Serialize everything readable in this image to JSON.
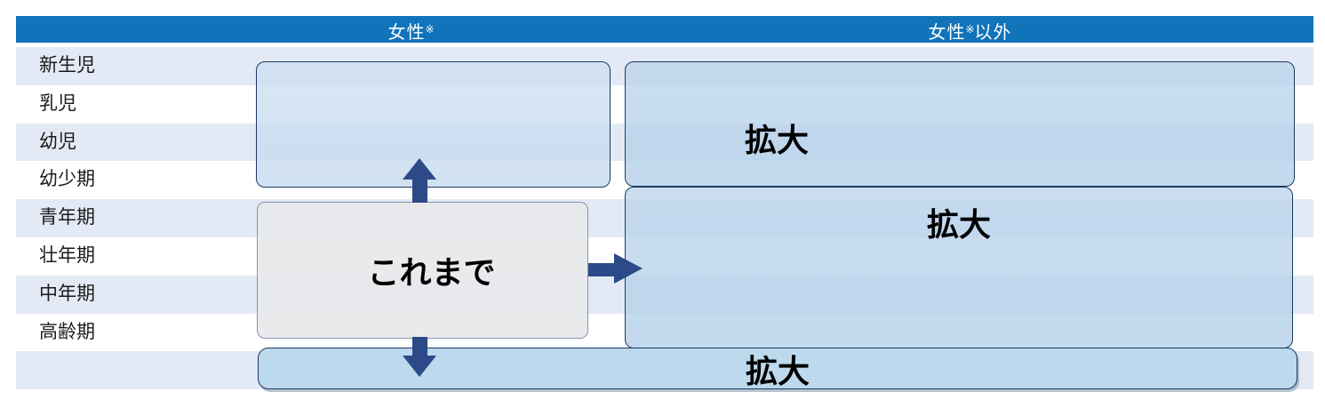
{
  "header": {
    "col_female": {
      "text": "女性",
      "note": "※"
    },
    "col_non_female": {
      "prefix": "女性",
      "note": "※",
      "suffix": "以外"
    }
  },
  "age_rows": [
    "新生児",
    "乳児",
    "幼児",
    "幼少期",
    "青年期",
    "壮年期",
    "中年期",
    "高齢期"
  ],
  "labels": {
    "previous_scope": "これまで",
    "expand_top": "拡大",
    "expand_middle": "拡大",
    "expand_bottom": "拡大"
  },
  "colors": {
    "header_bg": "#1173b9",
    "header_text": "#ffffff",
    "row_stripe": "#e3eaf5",
    "row_plain": "#ffffff",
    "box_border": "#1b3a61",
    "box_fill_light": "#d7e5f3",
    "box_fill_medium": "#c9ddef",
    "box_fill_bottom": "#bcd9ed",
    "gray_box_fill": "#e9eaec",
    "gray_box_border": "#8496ae",
    "arrow": "#2b4a87"
  }
}
